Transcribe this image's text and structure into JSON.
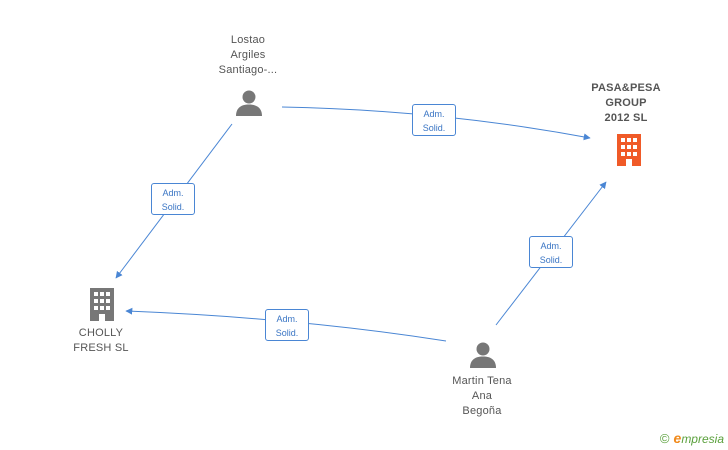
{
  "colors": {
    "edge": "#4a86d4",
    "person_icon": "#777777",
    "company_icon": "#777777",
    "company_highlight": "#f05a28",
    "text": "#555555"
  },
  "nodes": {
    "lostao": {
      "name_lines": [
        "Lostao",
        "Argiles",
        "Santiago-..."
      ],
      "icon": "person-icon"
    },
    "pasa": {
      "name_lines": [
        "PASA&PESA",
        "GROUP",
        "2012  SL"
      ],
      "icon": "building-icon"
    },
    "cholly": {
      "name_lines": [
        "CHOLLY",
        "FRESH SL"
      ],
      "icon": "building-icon"
    },
    "martin": {
      "name_lines": [
        "Martin Tena",
        "Ana",
        "Begoña"
      ],
      "icon": "person-icon"
    }
  },
  "edges": [
    {
      "from": "lostao",
      "to": "pasa",
      "label_lines": [
        "Adm.",
        "Solid."
      ]
    },
    {
      "from": "lostao",
      "to": "cholly",
      "label_lines": [
        "Adm.",
        "Solid."
      ]
    },
    {
      "from": "martin",
      "to": "pasa",
      "label_lines": [
        "Adm.",
        "Solid."
      ]
    },
    {
      "from": "martin",
      "to": "cholly",
      "label_lines": [
        "Adm.",
        "Solid."
      ]
    }
  ],
  "footer": {
    "copyright": "©",
    "brand_initial": "e",
    "brand_rest": "mpresia"
  }
}
